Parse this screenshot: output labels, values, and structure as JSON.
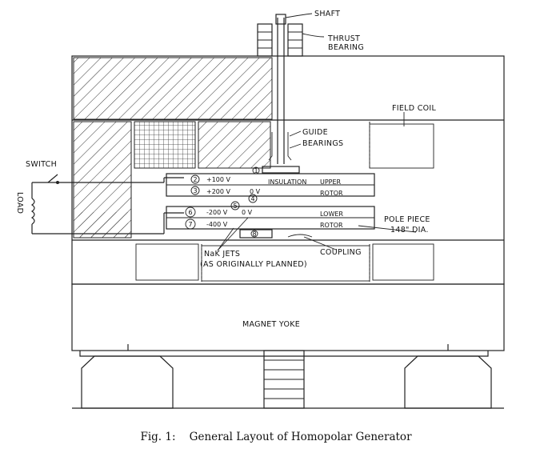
{
  "labels": {
    "shaft": "SHAFT",
    "thrust_bearing_1": "THRUST",
    "thrust_bearing_2": "BEARING",
    "field_coil": "FIELD COIL",
    "guide_bearings_1": "GUIDE",
    "guide_bearings_2": "BEARINGS",
    "switch": "SWITCH",
    "load": "LOAD",
    "insulation": "INSULATION",
    "upper_rotor_1": "UPPER",
    "upper_rotor_2": "ROTOR",
    "lower_rotor_1": "LOWER",
    "lower_rotor_2": "ROTOR",
    "pole_piece_1": "POLE PIECE",
    "pole_piece_2": "148\" DIA.",
    "coupling": "COUPLING",
    "nak_jets": "NaK JETS",
    "as_planned": "(AS ORIGINALLY PLANNED)",
    "magnet_yoke": "MAGNET YOKE",
    "v_plus100": "+100 V",
    "v_plus200": "+200 V",
    "v_minus200": "-200 V",
    "v_minus400": "-400 V",
    "v_zero_a": "0 V",
    "v_zero_b": "0 V"
  },
  "markers": [
    "1",
    "2",
    "3",
    "4",
    "5",
    "6",
    "7",
    "8"
  ],
  "caption": "Fig. 1:    General Layout of Homopolar Generator"
}
